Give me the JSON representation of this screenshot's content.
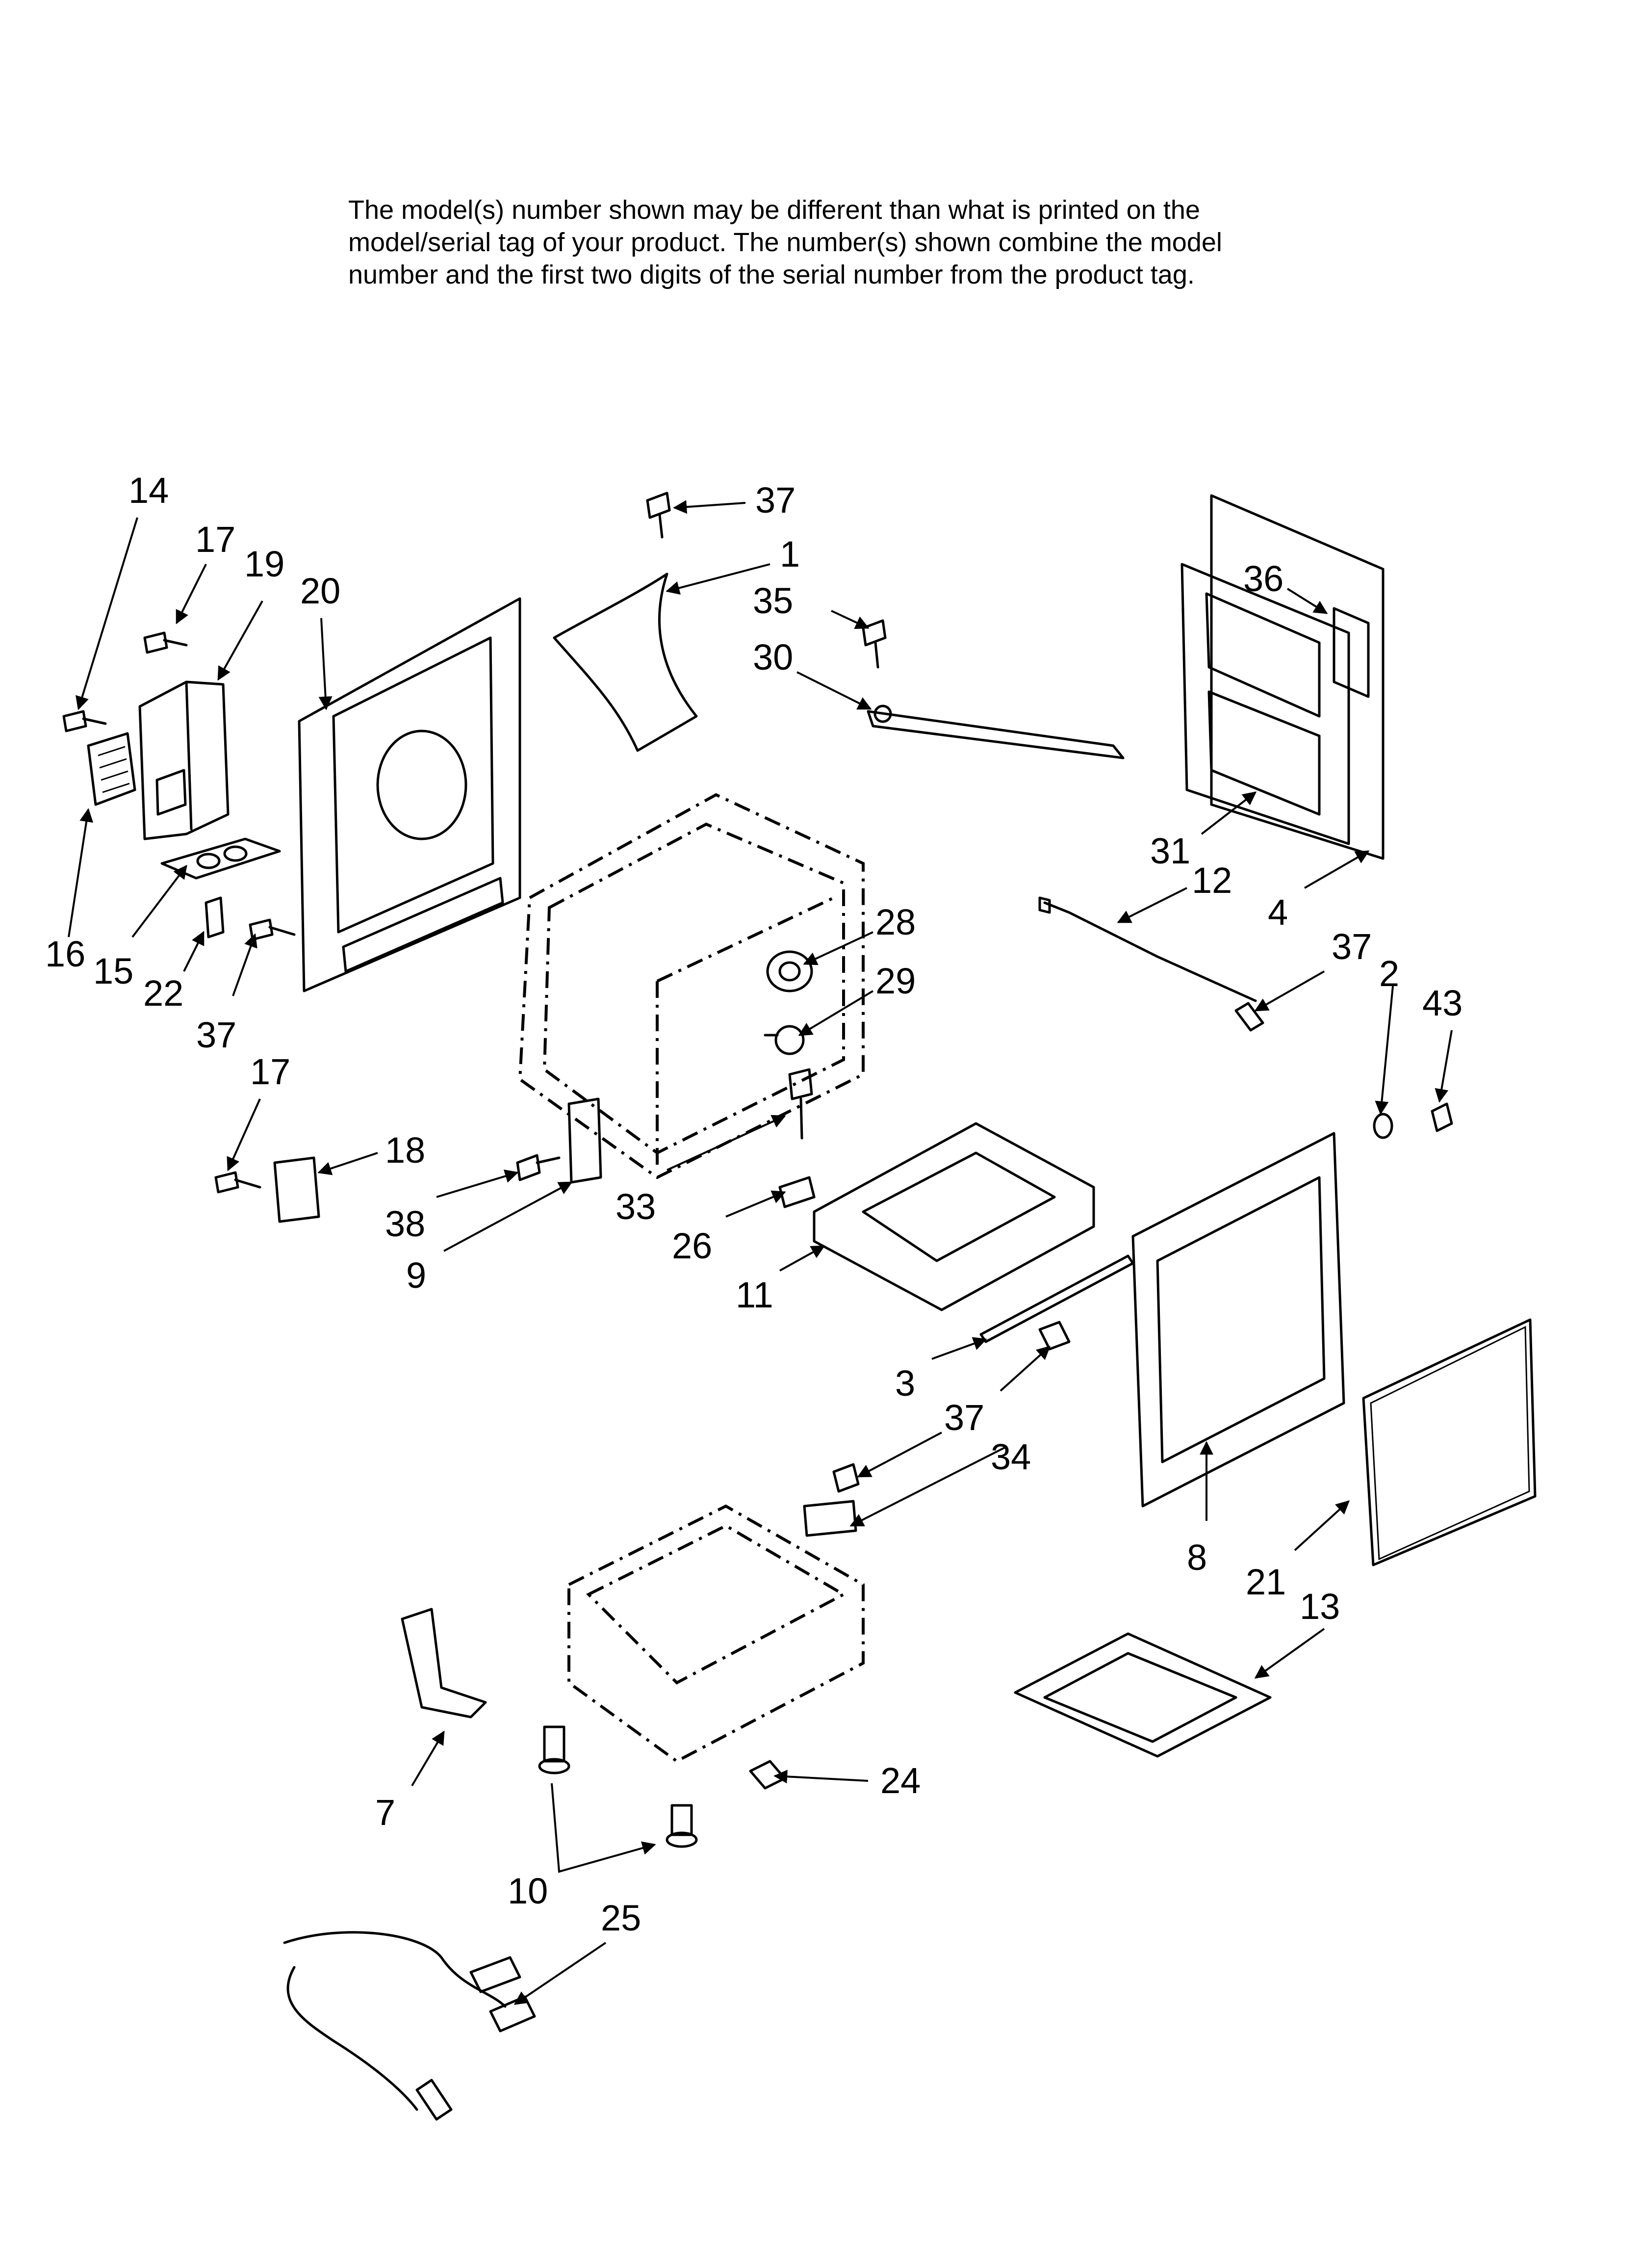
{
  "notice": {
    "lines": [
      "The model(s) number shown may be different than what is printed on the",
      "model/serial tag of your product. The number(s) shown combine the model",
      "number and the first two digits of the serial number from the product tag."
    ]
  },
  "callouts": [
    "14",
    "17",
    "19",
    "20",
    "37",
    "1",
    "35",
    "30",
    "36",
    "16",
    "15",
    "22",
    "37",
    "28",
    "29",
    "31",
    "12",
    "4",
    "37",
    "2",
    "43",
    "17",
    "18",
    "38",
    "9",
    "33",
    "26",
    "11",
    "3",
    "37",
    "34",
    "8",
    "21",
    "13",
    "7",
    "24",
    "10",
    "25"
  ]
}
